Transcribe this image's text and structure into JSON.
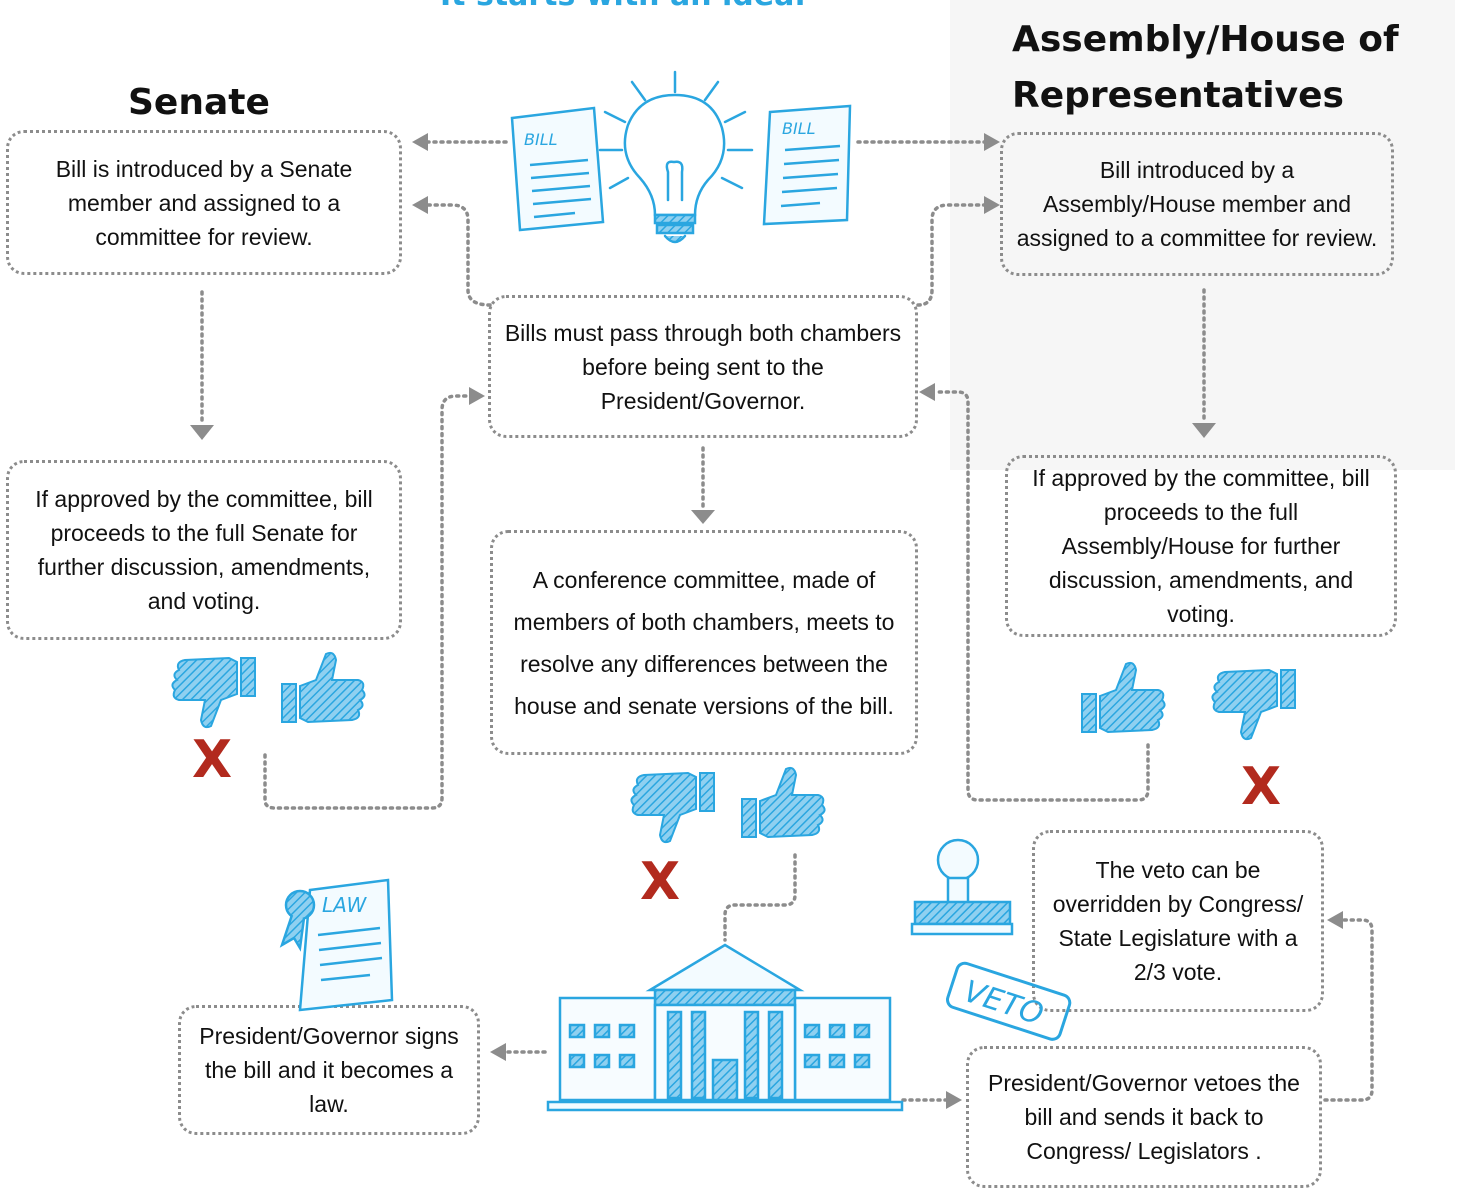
{
  "header": {
    "tagline": "It starts with an idea."
  },
  "senate": {
    "title": "Senate",
    "introduced": "Bill is introduced by a Senate member and assigned to a committee for review.",
    "committee": "If approved by the committee, bill proceeds to the full Senate for further discussion, amendments, and voting."
  },
  "house": {
    "title": "Assembly/House of Representatives",
    "introduced": "Bill introduced by a Assembly/House member and assigned to a committee for review.",
    "committee": "If approved by the committee, bill proceeds to the full Assembly/House for further discussion, amendments, and voting."
  },
  "center": {
    "both_chambers": "Bills must pass through both chambers before being sent to the President/Governor.",
    "conference": "A conference committee, made of members of both chambers, meets to resolve any differences between the house and senate versions of the bill."
  },
  "outcomes": {
    "signs": "President/Governor signs the bill and it becomes a law.",
    "vetoes": "President/Governor vetoes the bill and sends it back to Congress/ Legislators .",
    "override": "The veto can be overridden by Congress/ State Legislature with a 2/3 vote."
  },
  "illustrations": {
    "bill_label": "BILL",
    "law_label": "LAW",
    "veto_label": "VETO",
    "reject_mark": "X"
  },
  "colors": {
    "accent": "#2aa6e0",
    "reject": "#b22a1e",
    "connector": "#8c8c8c"
  },
  "icons": [
    "lightbulb-icon",
    "bill-document-icon",
    "thumbs-up-icon",
    "thumbs-down-icon",
    "law-certificate-icon",
    "capitol-building-icon",
    "rubber-stamp-icon",
    "veto-stamp-icon"
  ]
}
